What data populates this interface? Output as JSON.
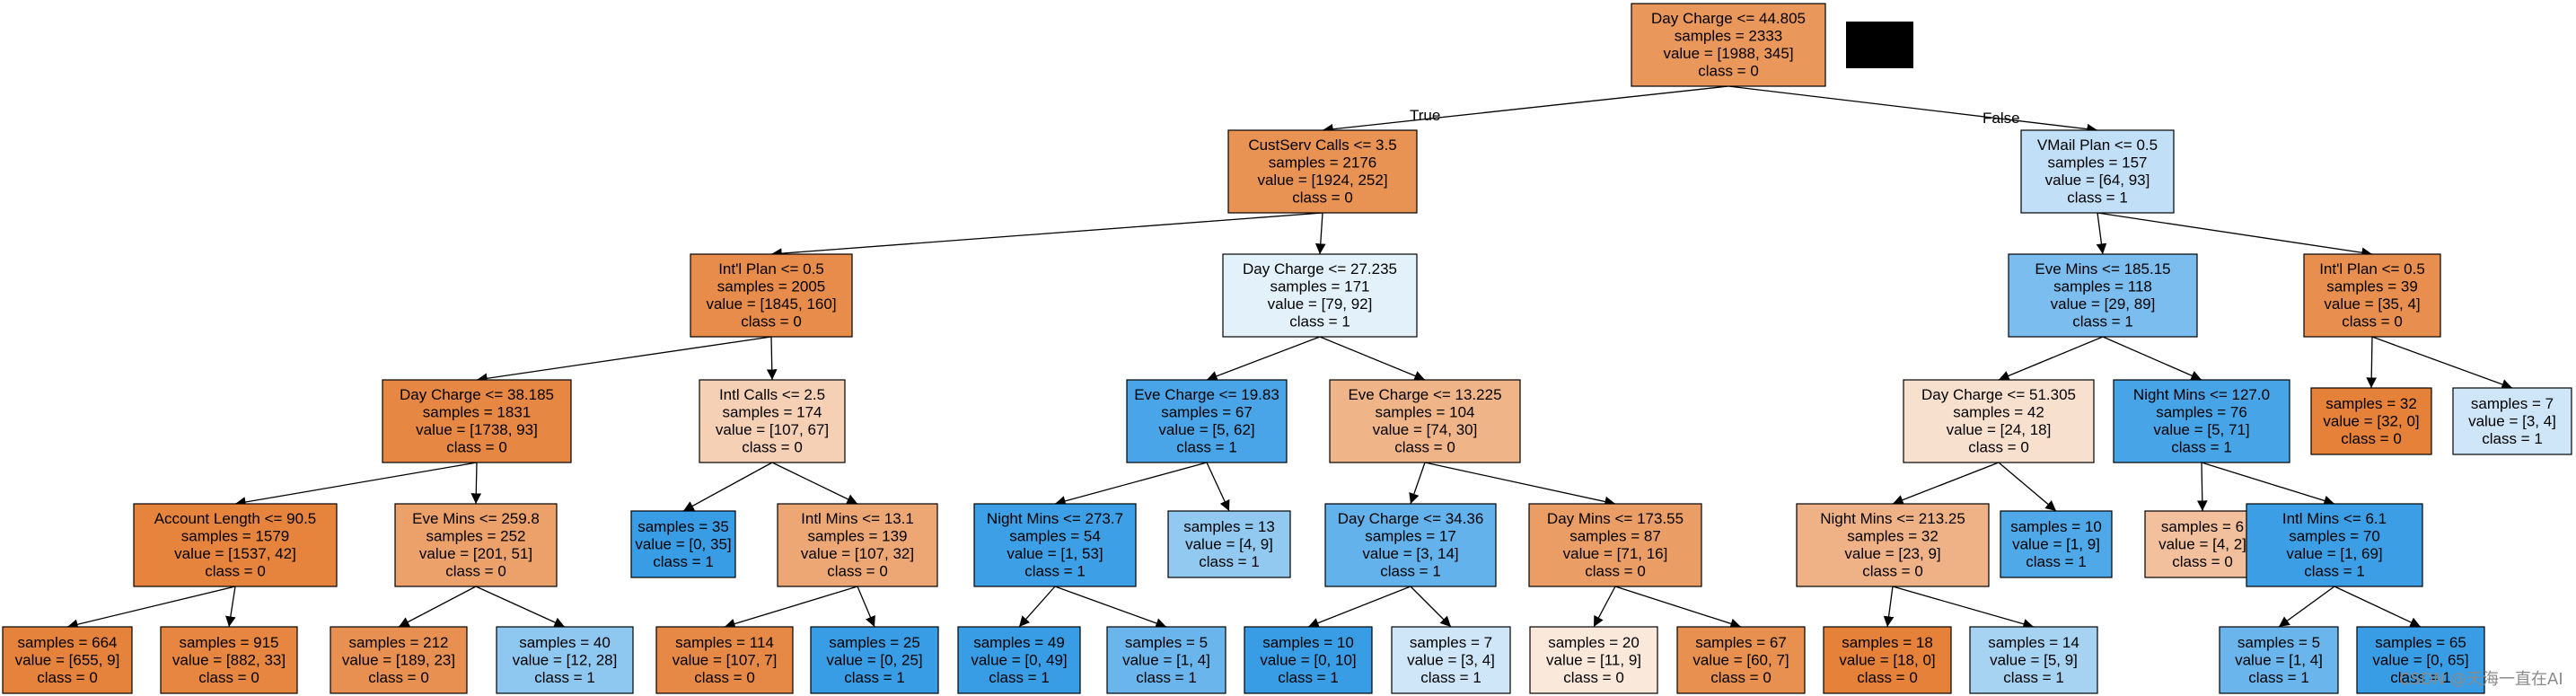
{
  "tree": {
    "edge_labels": {
      "true_label": "True",
      "false_label": "False"
    },
    "nodes": [
      {
        "id": "n0",
        "lines": [
          "Day Charge <= 44.805",
          "samples = 2333",
          "value = [1988, 345]",
          "class = 0"
        ],
        "fill": "#ea975c"
      },
      {
        "id": "n1",
        "lines": [
          "CustServ Calls <= 3.5",
          "samples = 2176",
          "value = [1924, 252]",
          "class = 0"
        ],
        "fill": "#e89253"
      },
      {
        "id": "n2",
        "lines": [
          "VMail Plan <= 0.5",
          "samples = 157",
          "value = [64, 93]",
          "class = 1"
        ],
        "fill": "#c1e0f7"
      },
      {
        "id": "n3",
        "lines": [
          "Int'l Plan <= 0.5",
          "samples = 2005",
          "value = [1845, 160]",
          "class = 0"
        ],
        "fill": "#e78c4a"
      },
      {
        "id": "n4",
        "lines": [
          "Day Charge <= 27.235",
          "samples = 171",
          "value = [79, 92]",
          "class = 1"
        ],
        "fill": "#e3f1fb"
      },
      {
        "id": "n5",
        "lines": [
          "Eve Mins <= 185.15",
          "samples = 118",
          "value = [29, 89]",
          "class = 1"
        ],
        "fill": "#7abdee"
      },
      {
        "id": "n6",
        "lines": [
          "Int'l Plan <= 0.5",
          "samples = 39",
          "value = [35, 4]",
          "class = 0"
        ],
        "fill": "#e88f50"
      },
      {
        "id": "n7",
        "lines": [
          "Day Charge <= 38.185",
          "samples = 1831",
          "value = [1738, 93]",
          "class = 0"
        ],
        "fill": "#e68844"
      },
      {
        "id": "n8",
        "lines": [
          "Intl Calls <= 2.5",
          "samples = 174",
          "value = [107, 67]",
          "class = 0"
        ],
        "fill": "#f5d0b5"
      },
      {
        "id": "n9",
        "lines": [
          "Eve Charge <= 19.83",
          "samples = 67",
          "value = [5, 62]",
          "class = 1"
        ],
        "fill": "#49a5e7"
      },
      {
        "id": "n10",
        "lines": [
          "Eve Charge <= 13.225",
          "samples = 104",
          "value = [74, 30]",
          "class = 0"
        ],
        "fill": "#f0b489"
      },
      {
        "id": "n11",
        "lines": [
          "Day Charge <= 51.305",
          "samples = 42",
          "value = [24, 18]",
          "class = 0"
        ],
        "fill": "#f8e0ce"
      },
      {
        "id": "n12",
        "lines": [
          "Night Mins <= 127.0",
          "samples = 76",
          "value = [5, 71]",
          "class = 1"
        ],
        "fill": "#47a4e7"
      },
      {
        "id": "n13",
        "lines": [
          "samples = 32",
          "value = [32, 0]",
          "class = 0"
        ],
        "fill": "#e58139"
      },
      {
        "id": "n14",
        "lines": [
          "samples = 7",
          "value = [3, 4]",
          "class = 1"
        ],
        "fill": "#cee6f8"
      },
      {
        "id": "n15",
        "lines": [
          "Account Length <= 90.5",
          "samples = 1579",
          "value = [1537, 42]",
          "class = 0"
        ],
        "fill": "#e6843e"
      },
      {
        "id": "n16",
        "lines": [
          "Eve Mins <= 259.8",
          "samples = 252",
          "value = [201, 51]",
          "class = 0"
        ],
        "fill": "#eca16b"
      },
      {
        "id": "n17",
        "lines": [
          "samples = 35",
          "value = [0, 35]",
          "class = 1"
        ],
        "fill": "#399de5"
      },
      {
        "id": "n18",
        "lines": [
          "Intl Mins <= 13.1",
          "samples = 139",
          "value = [107, 32]",
          "class = 0"
        ],
        "fill": "#eda774"
      },
      {
        "id": "n19",
        "lines": [
          "Night Mins <= 273.7",
          "samples = 54",
          "value = [1, 53]",
          "class = 1"
        ],
        "fill": "#3d9fe5"
      },
      {
        "id": "n20",
        "lines": [
          "samples = 13",
          "value = [4, 9]",
          "class = 1"
        ],
        "fill": "#91c9f1"
      },
      {
        "id": "n21",
        "lines": [
          "Day Charge <= 34.36",
          "samples = 17",
          "value = [3, 14]",
          "class = 1"
        ],
        "fill": "#63b2eb"
      },
      {
        "id": "n22",
        "lines": [
          "Day Mins <= 173.55",
          "samples = 87",
          "value = [71, 16]",
          "class = 0"
        ],
        "fill": "#eb9d66"
      },
      {
        "id": "n23",
        "lines": [
          "Night Mins <= 213.25",
          "samples = 32",
          "value = [23, 9]",
          "class = 0"
        ],
        "fill": "#efb286"
      },
      {
        "id": "n24",
        "lines": [
          "samples = 10",
          "value = [1, 9]",
          "class = 1"
        ],
        "fill": "#4fa8e8"
      },
      {
        "id": "n25",
        "lines": [
          "samples = 6",
          "value = [4, 2]",
          "class = 0"
        ],
        "fill": "#f2c09c"
      },
      {
        "id": "n26",
        "lines": [
          "Intl Mins <= 6.1",
          "samples = 70",
          "value = [1, 69]",
          "class = 1"
        ],
        "fill": "#3c9ee5"
      },
      {
        "id": "n27",
        "lines": [
          "samples = 664",
          "value = [655, 9]",
          "class = 0"
        ],
        "fill": "#e5833c"
      },
      {
        "id": "n28",
        "lines": [
          "samples = 915",
          "value = [882, 33]",
          "class = 0"
        ],
        "fill": "#e68640"
      },
      {
        "id": "n29",
        "lines": [
          "samples = 212",
          "value = [189, 23]",
          "class = 0"
        ],
        "fill": "#e89051"
      },
      {
        "id": "n30",
        "lines": [
          "samples = 40",
          "value = [12, 28]",
          "class = 1"
        ],
        "fill": "#8ec7f0"
      },
      {
        "id": "n31",
        "lines": [
          "samples = 114",
          "value = [107, 7]",
          "class = 0"
        ],
        "fill": "#e78946"
      },
      {
        "id": "n32",
        "lines": [
          "samples = 25",
          "value = [0, 25]",
          "class = 1"
        ],
        "fill": "#399de5"
      },
      {
        "id": "n33",
        "lines": [
          "samples = 49",
          "value = [0, 49]",
          "class = 1"
        ],
        "fill": "#399de5"
      },
      {
        "id": "n34",
        "lines": [
          "samples = 5",
          "value = [1, 4]",
          "class = 1"
        ],
        "fill": "#6ab6ec"
      },
      {
        "id": "n35",
        "lines": [
          "samples = 10",
          "value = [0, 10]",
          "class = 1"
        ],
        "fill": "#399de5"
      },
      {
        "id": "n36",
        "lines": [
          "samples = 7",
          "value = [3, 4]",
          "class = 1"
        ],
        "fill": "#cee6f8"
      },
      {
        "id": "n37",
        "lines": [
          "samples = 20",
          "value = [11, 9]",
          "class = 0"
        ],
        "fill": "#fae8db"
      },
      {
        "id": "n38",
        "lines": [
          "samples = 67",
          "value = [60, 7]",
          "class = 0"
        ],
        "fill": "#e89050"
      },
      {
        "id": "n39",
        "lines": [
          "samples = 18",
          "value = [18, 0]",
          "class = 0"
        ],
        "fill": "#e58139"
      },
      {
        "id": "n40",
        "lines": [
          "samples = 14",
          "value = [5, 9]",
          "class = 1"
        ],
        "fill": "#a7d3f3"
      },
      {
        "id": "n41",
        "lines": [
          "samples = 5",
          "value = [1, 4]",
          "class = 1"
        ],
        "fill": "#6ab6ec"
      },
      {
        "id": "n42",
        "lines": [
          "samples = 65",
          "value = [0, 65]",
          "class = 1"
        ],
        "fill": "#399de5"
      }
    ],
    "edges": [
      [
        "n0",
        "n1"
      ],
      [
        "n0",
        "n2"
      ],
      [
        "n1",
        "n3"
      ],
      [
        "n1",
        "n4"
      ],
      [
        "n2",
        "n5"
      ],
      [
        "n2",
        "n6"
      ],
      [
        "n3",
        "n7"
      ],
      [
        "n3",
        "n8"
      ],
      [
        "n4",
        "n9"
      ],
      [
        "n4",
        "n10"
      ],
      [
        "n5",
        "n11"
      ],
      [
        "n5",
        "n12"
      ],
      [
        "n6",
        "n13"
      ],
      [
        "n6",
        "n14"
      ],
      [
        "n7",
        "n15"
      ],
      [
        "n7",
        "n16"
      ],
      [
        "n8",
        "n17"
      ],
      [
        "n8",
        "n18"
      ],
      [
        "n9",
        "n19"
      ],
      [
        "n9",
        "n20"
      ],
      [
        "n10",
        "n21"
      ],
      [
        "n10",
        "n22"
      ],
      [
        "n11",
        "n23"
      ],
      [
        "n11",
        "n24"
      ],
      [
        "n12",
        "n25"
      ],
      [
        "n12",
        "n26"
      ],
      [
        "n15",
        "n27"
      ],
      [
        "n15",
        "n28"
      ],
      [
        "n16",
        "n29"
      ],
      [
        "n16",
        "n30"
      ],
      [
        "n18",
        "n31"
      ],
      [
        "n18",
        "n32"
      ],
      [
        "n19",
        "n33"
      ],
      [
        "n19",
        "n34"
      ],
      [
        "n21",
        "n35"
      ],
      [
        "n21",
        "n36"
      ],
      [
        "n22",
        "n37"
      ],
      [
        "n22",
        "n38"
      ],
      [
        "n23",
        "n39"
      ],
      [
        "n23",
        "n40"
      ],
      [
        "n26",
        "n41"
      ],
      [
        "n26",
        "n42"
      ]
    ]
  },
  "watermark": "CSDN @天海一直在AI"
}
